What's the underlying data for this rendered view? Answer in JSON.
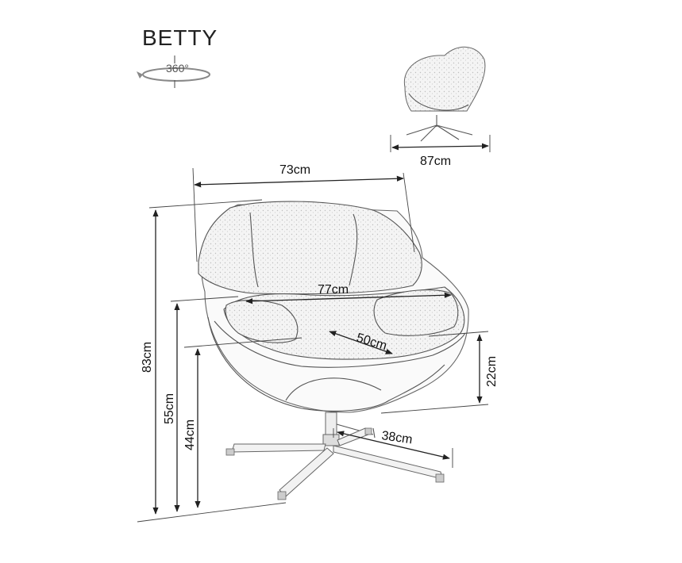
{
  "product": {
    "name": "BETTY",
    "rotation_label": "360°"
  },
  "dimensions": {
    "overall_width": "87cm",
    "back_width": "73cm",
    "seat_width": "77cm",
    "seat_depth": "50cm",
    "armrest_height": "22cm",
    "base_length": "38cm",
    "total_height": "83cm",
    "armrest_floor_height": "55cm",
    "seat_height": "44cm"
  }
}
